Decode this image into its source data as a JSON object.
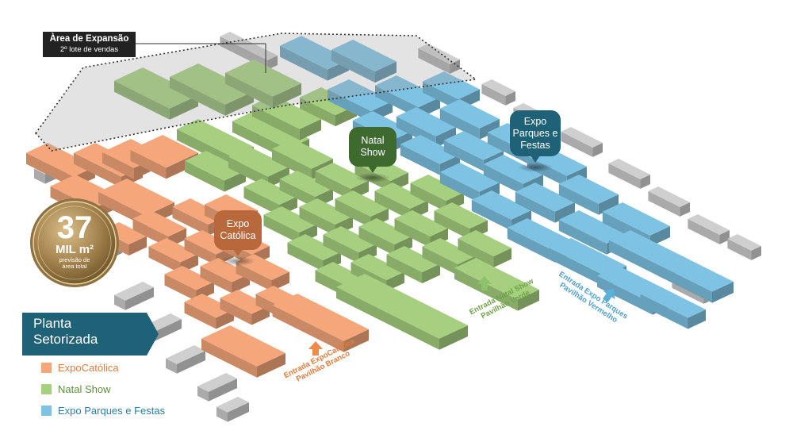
{
  "colors": {
    "orange": "#F5A77B",
    "green": "#A6D07F",
    "blue": "#7EC3E3",
    "gray": "#CFCFCF",
    "orange_pin": "#B8683A",
    "green_pin": "#3E6A2F",
    "blue_pin": "#1F6278",
    "header_teal": "#1F6278",
    "badge_gold": "#9A7B45"
  },
  "expansion_area": {
    "title": "Àrea de Expansão",
    "subtitle": "2º lote de vendas"
  },
  "badge": {
    "value": "37",
    "unit": "MIL m²",
    "caption_line1": "previsão de",
    "caption_line2": "área total"
  },
  "pins": {
    "natal_show": {
      "line1": "Natal",
      "line2": "Show"
    },
    "expo_catolica": {
      "line1": "Expo",
      "line2": "Católica"
    },
    "expo_parques": {
      "line1": "Expo",
      "line2": "Parques e",
      "line3": "Festas"
    }
  },
  "plan": {
    "title_line1": "Planta",
    "title_line2": "Setorizada"
  },
  "legend": [
    {
      "label": "ExpoCatólica",
      "color": "orange"
    },
    {
      "label": "Natal Show",
      "color": "green"
    },
    {
      "label": "Expo Parques e Festas",
      "color": "blue"
    }
  ],
  "entrances": {
    "catolica": {
      "line1": "Entrada ExpoCatólica",
      "line2": "Pavilhão Branco"
    },
    "natal_show": {
      "line1": "Entrada Natal Show",
      "line2": "Pavilhão Verde"
    },
    "parques": {
      "line1": "Entrada Expo Parques",
      "line2": "Pavilhão Vermelho"
    }
  }
}
